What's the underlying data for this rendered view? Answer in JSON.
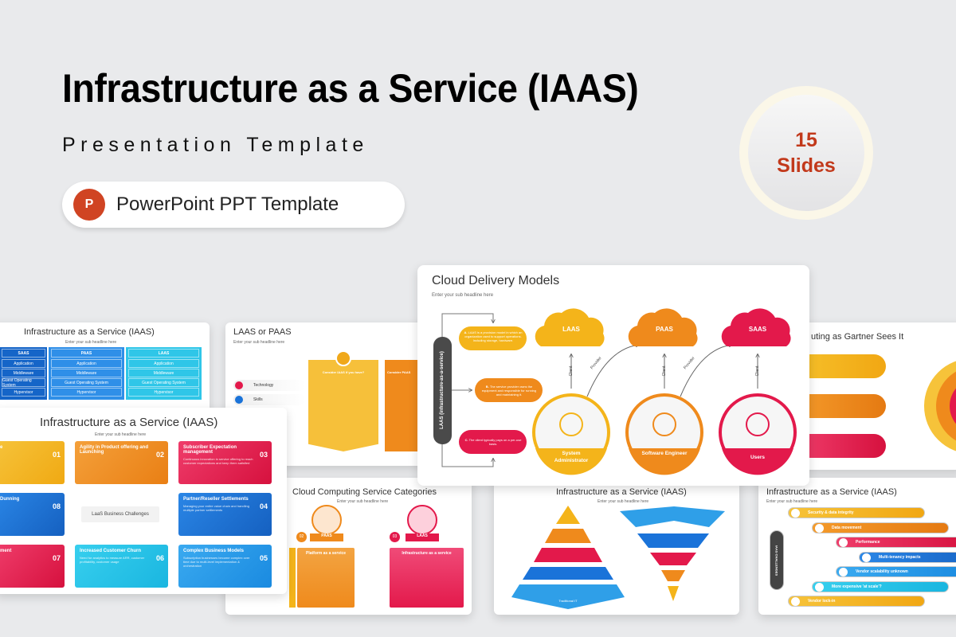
{
  "header": {
    "title": "Infrastructure as a Service (IAAS)",
    "subtitle": "Presentation Template",
    "format_label": "PowerPoint PPT Template",
    "format_icon": "powerpoint-icon",
    "badge": {
      "count": "15",
      "unit": "Slides"
    }
  },
  "colors": {
    "background": "#e9eaec",
    "yellow": "#f4b41a",
    "orange": "#ef8a1c",
    "red": "#e3194b",
    "blue": "#1a73d9",
    "cyan": "#25c3e8",
    "badge_text": "#c2391b"
  },
  "sub_headline": "Enter your sub headline here",
  "slide_table": {
    "title": "Infrastructure as a Service (IAAS)",
    "columns": [
      "SAAS",
      "PAAS",
      "LAAS"
    ],
    "rows": [
      "Application",
      "Middleware",
      "Guest Operating System",
      "Hypervisor"
    ]
  },
  "slide_laas_paas": {
    "title": "LAAS or PAAS",
    "items": [
      "Technology",
      "Skills"
    ],
    "col1_header": "Consider IAAS if you have?",
    "col2_header": "Consider PAAS"
  },
  "slide_gartner": {
    "title": "uting as Gartner Sees It"
  },
  "slide_categories": {
    "title": "Cloud Computing Service Categories",
    "items": [
      {
        "num": "02",
        "name": "PAAS",
        "label": "Platform as a service"
      },
      {
        "num": "03",
        "name": "LAAS",
        "label": "Infrastructure as a service"
      }
    ]
  },
  "slide_pyramid": {
    "title": "Infrastructure as a Service (IAAS)",
    "base_label": "Traditional IT"
  },
  "slide_list": {
    "title": "Infrastructure as a Service (IAAS)",
    "side_label": "IAAS CHALLENGES",
    "items": [
      "Security & data integrity",
      "Data movement",
      "Performance",
      "Multi-tenancy impacts",
      "Vendor scalability unknown",
      "More expensive 'at scale'?",
      "Vendor lock-in"
    ]
  },
  "slide_challenges": {
    "title": "Infrastructure as a Service (IAAS)",
    "center": "LaaS Business Challenges",
    "cards": [
      {
        "num": "01",
        "title": "e"
      },
      {
        "num": "02",
        "title": "Agility in Product offering and Launching"
      },
      {
        "num": "03",
        "title": "Subscriber Expectation management",
        "body": "Continuous innovation in service offering to reach customer expectations and keep them satisfied"
      },
      {
        "num": "08",
        "title": "Dunning"
      },
      {
        "num": "04",
        "title": "Partner/Reseller Settlements",
        "body": "Managing your entire value chain and handling multiple partner settlements"
      },
      {
        "num": "07",
        "title": "ment"
      },
      {
        "num": "06",
        "title": "Increased Customer Churn",
        "body": "Need for analytics to measure ARR, customer profitability, customer usage"
      },
      {
        "num": "05",
        "title": "Complex Business Models",
        "body": "Subscription businesses become complex over time due to multi-level implementation & orchestration"
      }
    ]
  },
  "slide_delivery": {
    "title": "Cloud Delivery Models",
    "side_label": "LAAS (infrastructure-as-a-service)",
    "notes": [
      {
        "letter": "A.",
        "text": "LAAS is a provision model in which an organization used to support operations. Including storage, hardware."
      },
      {
        "letter": "B.",
        "text": "The service provider owns the equipment and responsible for running and maintaining it."
      },
      {
        "letter": "C.",
        "text": "The client typically pays on a per-use basis."
      }
    ],
    "models": [
      {
        "cloud": "LAAS",
        "role": "System Administrator",
        "color": "#f4b41a"
      },
      {
        "cloud": "PAAS",
        "role": "Software Engineer",
        "color": "#ef8a1c"
      },
      {
        "cloud": "SAAS",
        "role": "Users",
        "color": "#e3194b"
      }
    ],
    "client_label": "Client",
    "provider_label": "Provider"
  }
}
